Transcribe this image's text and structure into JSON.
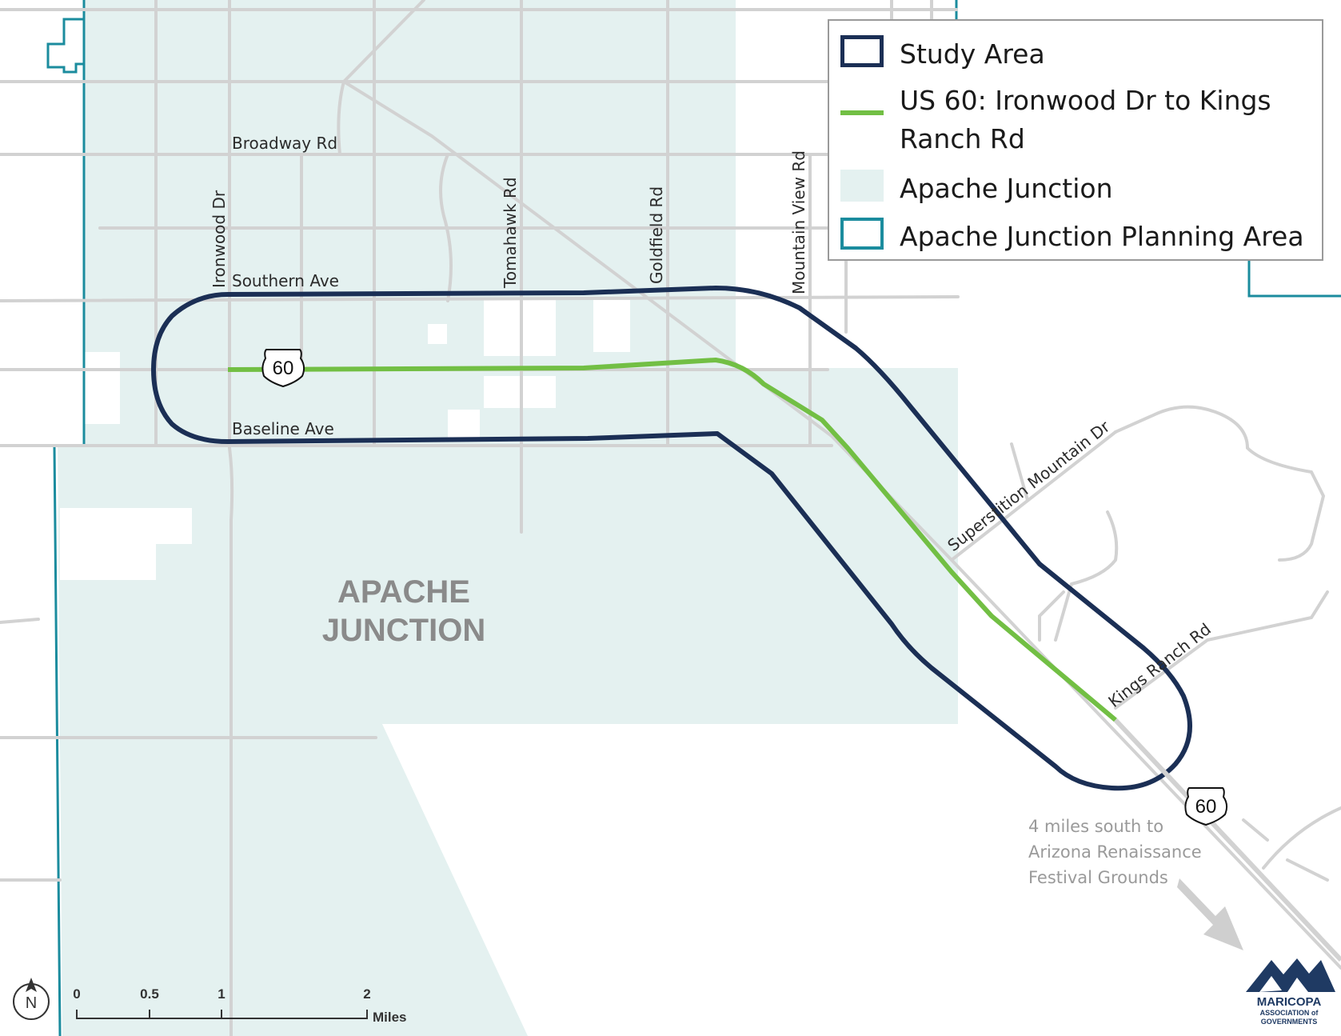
{
  "legend": {
    "items": [
      {
        "label": "Study Area",
        "swatch": "outline",
        "color": "#1b2f55"
      },
      {
        "label": "US 60: Ironwood Dr to Kings Ranch Rd",
        "swatch": "line",
        "color": "#72bf44"
      },
      {
        "label": "Apache Junction",
        "swatch": "fill",
        "color": "#e4f1f0"
      },
      {
        "label": "Apache Junction Planning Area",
        "swatch": "outline",
        "color": "#1b8c9e"
      }
    ]
  },
  "roads": {
    "broadway": "Broadway Rd",
    "southern": "Southern Ave",
    "baseline": "Baseline Ave",
    "ironwood": "Ironwood Dr",
    "tomahawk": "Tomahawk Rd",
    "goldfield": "Goldfield Rd",
    "mountain_view": "Mountain View Rd",
    "superstition": "Superstition Mountain Dr",
    "kings_ranch": "Kings Ranch Rd"
  },
  "shield": {
    "number": "60"
  },
  "city": {
    "line1": "APACHE",
    "line2": "JUNCTION"
  },
  "note": {
    "line1": "4 miles south to",
    "line2": "Arizona Renaissance",
    "line3": "Festival Grounds"
  },
  "scale": {
    "ticks": [
      "0",
      "0.5",
      "1",
      "2"
    ],
    "unit": "Miles"
  },
  "north": {
    "label": "N"
  },
  "logo": {
    "line1": "MARICOPA",
    "line2": "ASSOCIATION of",
    "line3": "GOVERNMENTS"
  },
  "colors": {
    "study_area": "#1b2f55",
    "us60": "#72bf44",
    "apache_junction_fill": "#e4f1f0",
    "planning_area": "#1b8c9e",
    "roads": "#d2d2d2"
  }
}
